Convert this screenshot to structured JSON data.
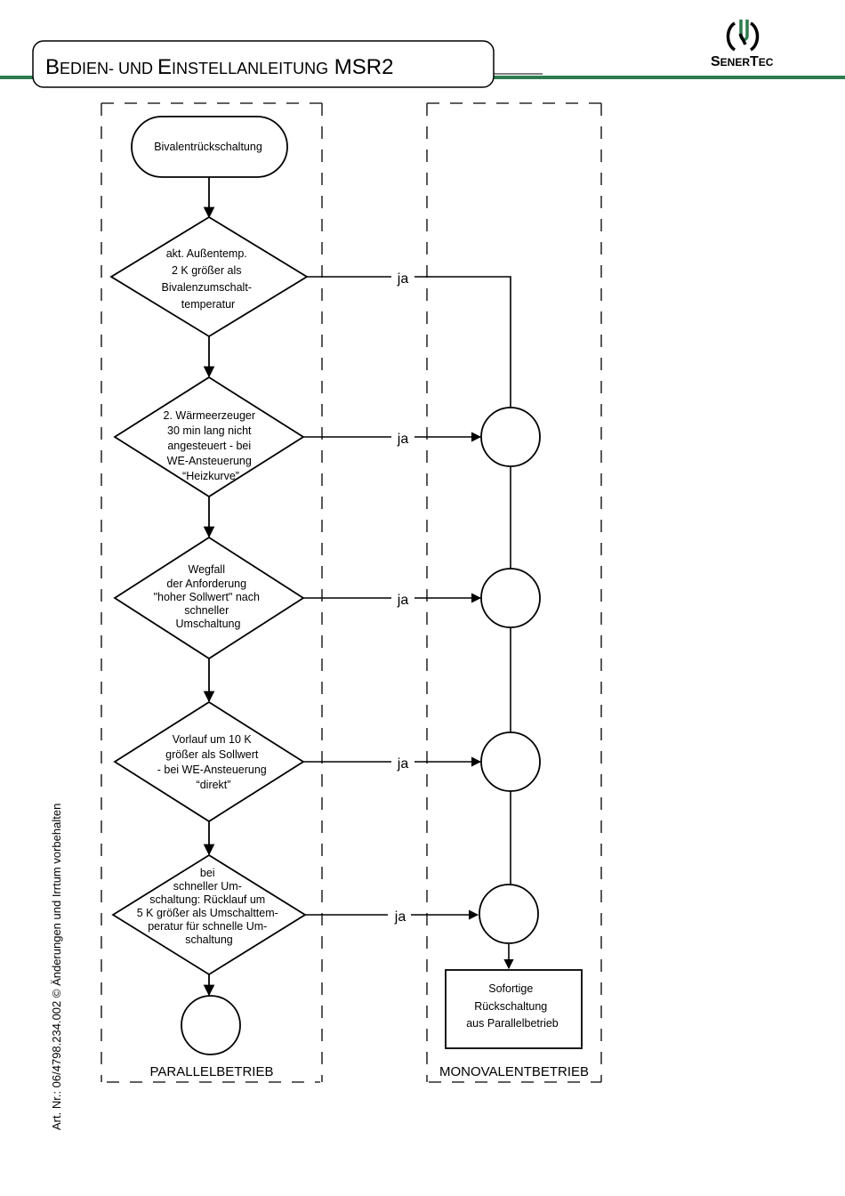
{
  "header": {
    "title_parts": [
      "B",
      "EDIEN",
      "- UND ",
      "E",
      "INSTELLANLEITUNG",
      " MSR2"
    ],
    "logo_text_parts": [
      "S",
      "ENER",
      "T",
      "EC"
    ],
    "brand_color": "#2e7d4f"
  },
  "lanes": {
    "left": "PARALLELBETRIEB",
    "right": "MONOVALENTBETRIEB"
  },
  "start": {
    "label": "Bivalentrückschaltung"
  },
  "decisions": [
    {
      "lines": [
        "akt. Außentemp.",
        "2 K größer als",
        "Bivalenzumschalt-",
        "temperatur"
      ],
      "yes": "ja"
    },
    {
      "lines": [
        "2. Wärmeerzeuger",
        "30 min lang nicht",
        "angesteuert - bei",
        "WE-Ansteuerung",
        "“Heizkurve”"
      ],
      "yes": "ja"
    },
    {
      "lines": [
        "Wegfall",
        "der Anforderung",
        "\"hoher Sollwert\" nach",
        "schneller",
        "Umschaltung"
      ],
      "yes": "ja"
    },
    {
      "lines": [
        "Vorlauf um 10 K",
        "größer als Sollwert",
        "- bei WE-Ansteuerung",
        "“direkt”"
      ],
      "yes": "ja"
    },
    {
      "lines": [
        "bei",
        "schneller Um-",
        "schaltung: Rücklauf um",
        "5 K größer als Umschalttem-",
        "peratur für schnelle Um-",
        "schaltung"
      ],
      "yes": "ja"
    }
  ],
  "result": {
    "lines": [
      "Sofortige",
      "Rückschaltung",
      "aus Parallelbetrieb"
    ]
  },
  "side_note": "Art. Nr.: 06/4798.234.002 © Änderungen und Irrtum vorbehalten"
}
